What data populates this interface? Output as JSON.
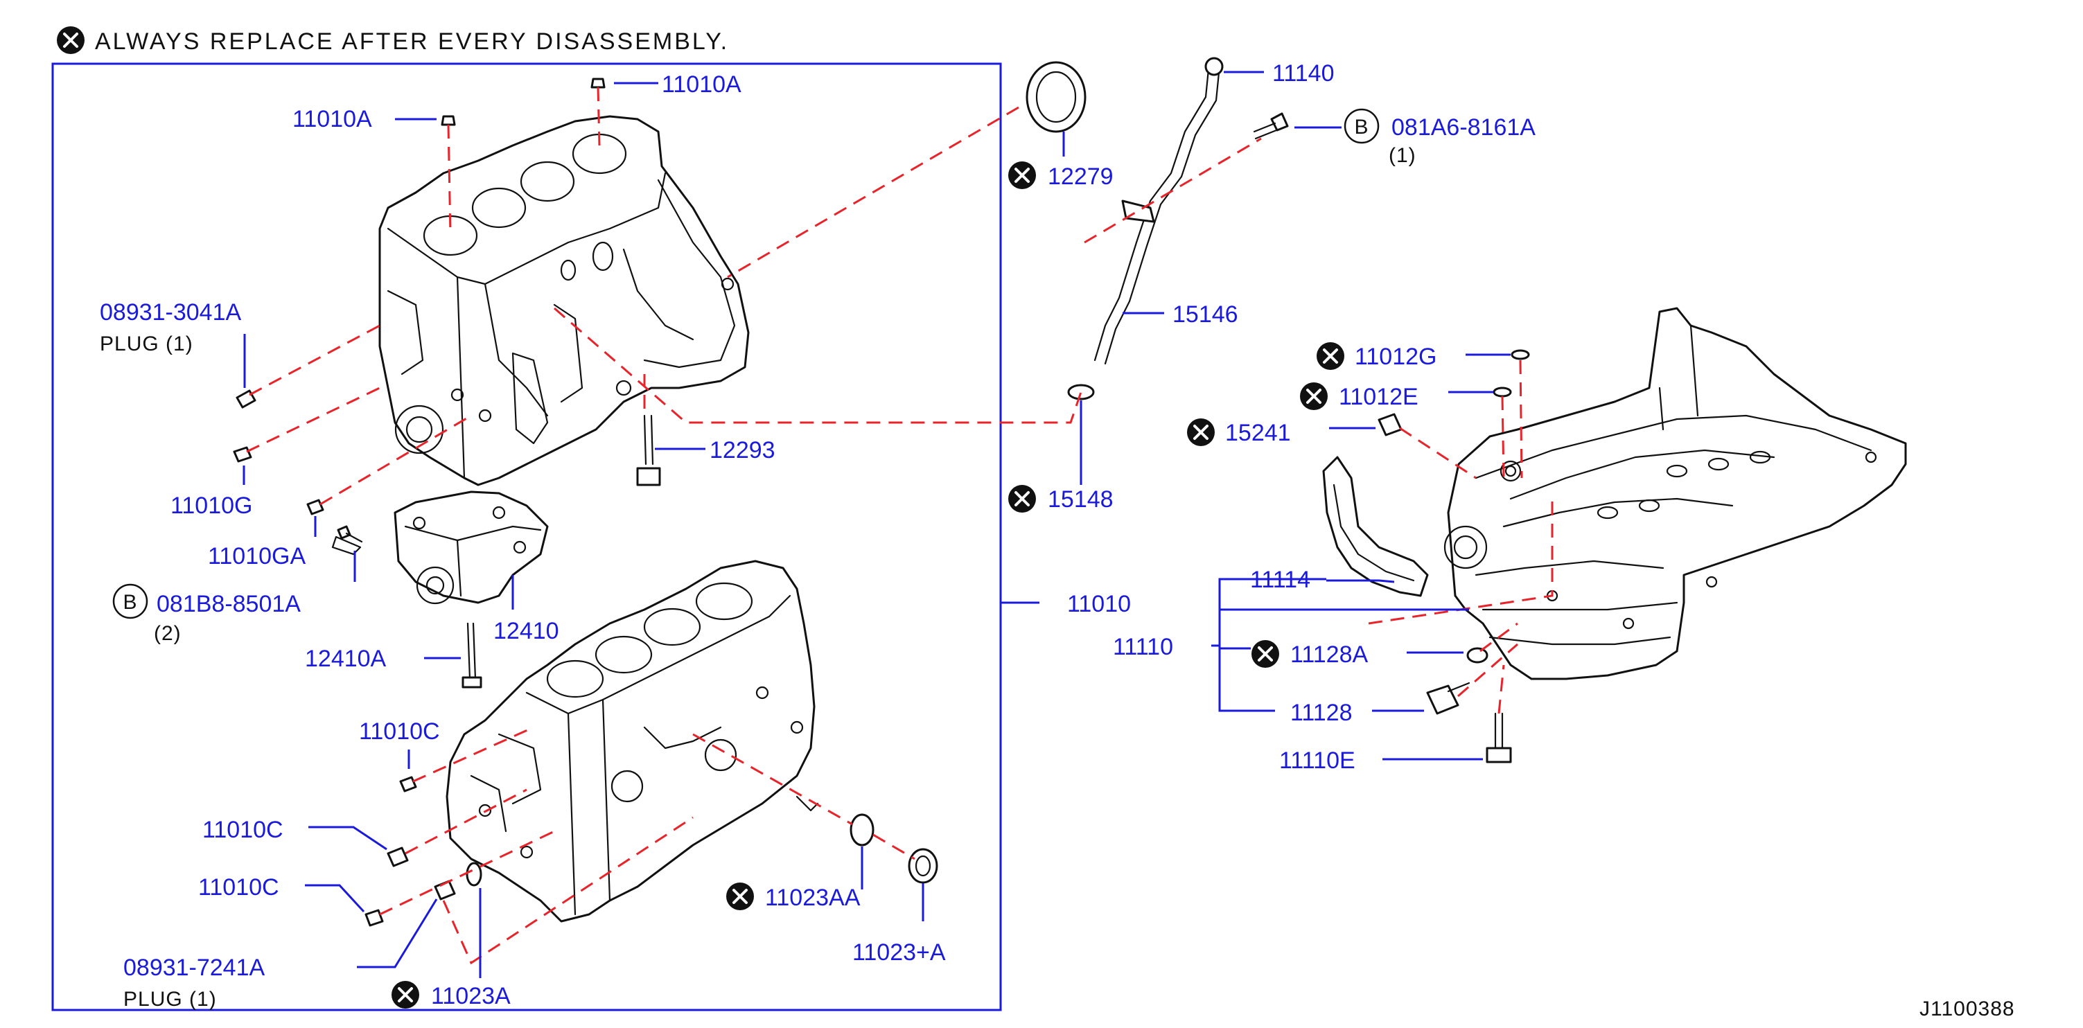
{
  "header": {
    "note": "ALWAYS   REPLACE   AFTER   EVERY   DISASSEMBLY."
  },
  "labels": {
    "p11010A_left": "11010A",
    "p11010A_top": "11010A",
    "p08931_3041A": "08931-3041A",
    "plug1_top": "PLUG   (1)",
    "p11010G": "11010G",
    "p11010GA": "11010GA",
    "circle_b1": "B",
    "p081B8": "081B8-8501A",
    "qty2": "(2)",
    "p12410A": "12410A",
    "p12410": "12410",
    "p12293": "12293",
    "p11010C_1": "11010C",
    "p11010C_2": "11010C",
    "p11010C_3": "11010C",
    "p08931_7241A": "08931-7241A",
    "plug1_bottom": "PLUG   (1)",
    "p11023A": "11023A",
    "p11023AA": "11023AA",
    "p11023plusA": "11023+A",
    "p12279": "12279",
    "p11140": "11140",
    "circle_b2": "B",
    "p081A6": "081A6-8161A",
    "qty1": "(1)",
    "p15146": "15146",
    "p15148": "15148",
    "p11010": "11010",
    "p11012G": "11012G",
    "p11012E": "11012E",
    "p15241": "15241",
    "p11114": "11114",
    "p11110": "11110",
    "p11128A": "11128A",
    "p11128": "11128",
    "p11110E": "11110E"
  },
  "footer": {
    "drawing_id": "J1100388"
  },
  "colors": {
    "label": "#1a1adc",
    "dashed_line": "#e8242a",
    "outline": "#111111"
  },
  "icons": {
    "replace_mark": "x-circle-icon"
  }
}
